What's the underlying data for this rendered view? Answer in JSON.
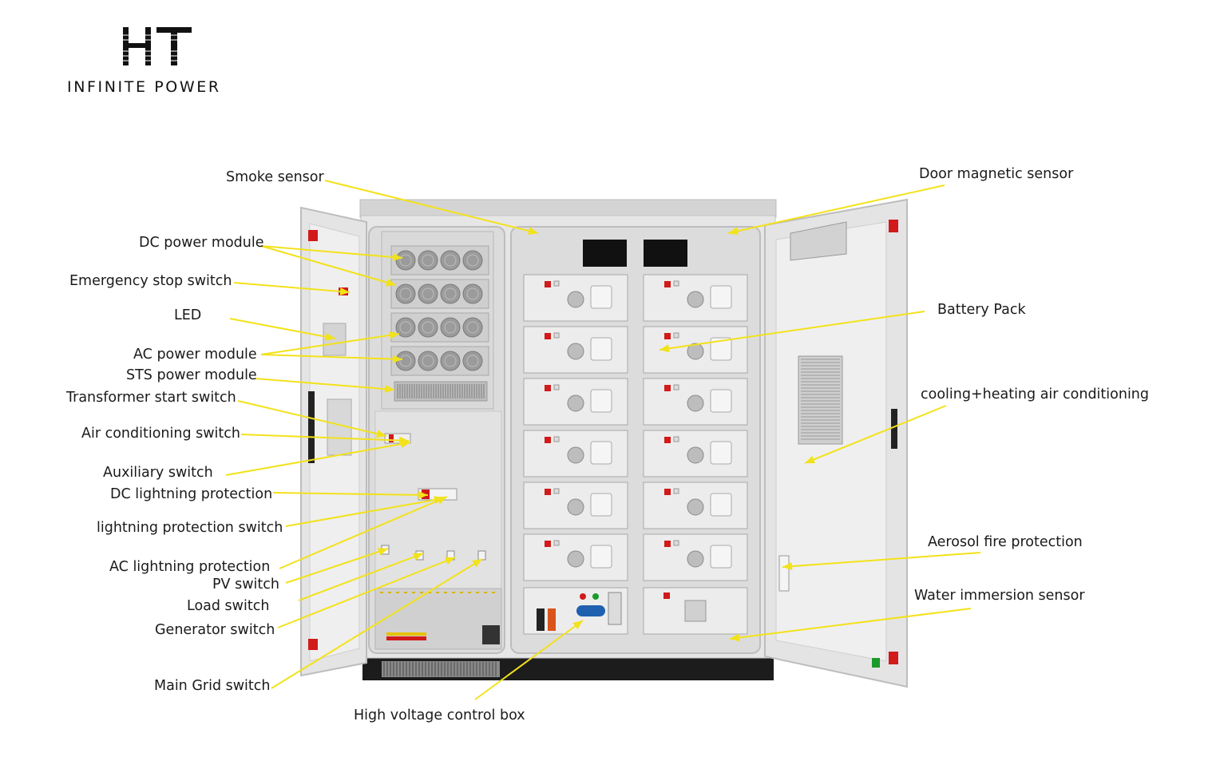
{
  "brand": {
    "logo_mark": "HT",
    "tagline": "INFINITE POWER"
  },
  "colors": {
    "leader_line": "#f2e21a",
    "cabinet_body": "#e3e3e3",
    "cabinet_frame": "#cfcfcf",
    "plinth": "#1c1c1c",
    "warning_red": "#d11a1a",
    "text": "#1a1a1a"
  },
  "callouts": {
    "smoke_sensor": "Smoke sensor",
    "door_magnetic_sensor": "Door magnetic sensor",
    "dc_power_module": "DC power module",
    "emergency_stop_switch": "Emergency stop switch",
    "led": "LED",
    "battery_pack": "Battery Pack",
    "ac_power_module": "AC power module",
    "sts_power_module": "STS power module",
    "transformer_start_switch": "Transformer start switch",
    "cooling_heating_ac": "cooling+heating air conditioning",
    "air_conditioning_switch": "Air conditioning switch",
    "auxiliary_switch": "Auxiliary switch",
    "dc_lightning_protection": "DC lightning protection",
    "lightning_protection_switch": "lightning protection switch",
    "aerosol_fire_protection": "Aerosol fire protection",
    "ac_lightning_protection": "AC lightning protection",
    "pv_switch": "PV switch",
    "water_immersion_sensor": "Water immersion sensor",
    "load_switch": "Load switch",
    "generator_switch": "Generator switch",
    "main_grid_switch": "Main Grid switch",
    "high_voltage_control_box": "High voltage control box"
  }
}
